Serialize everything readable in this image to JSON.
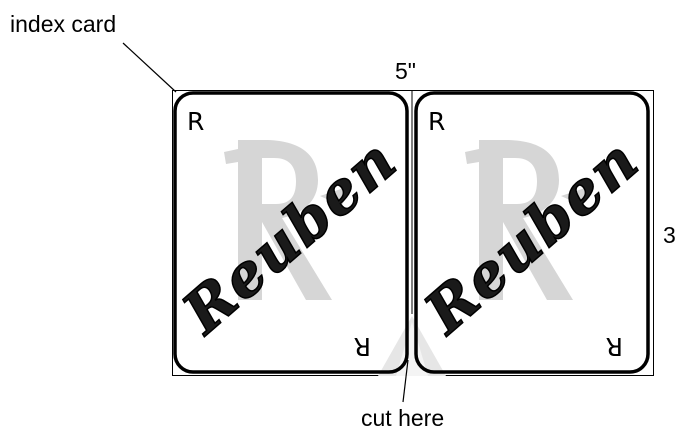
{
  "labels": {
    "index_card": "index card",
    "width": "5\"",
    "height": "3",
    "cut": "cut here"
  },
  "cards": [
    {
      "corner_top": "R",
      "corner_bottom": "R",
      "name": "Reuben"
    },
    {
      "corner_top": "R",
      "corner_bottom": "R",
      "name": "Reuben"
    }
  ],
  "colors": {
    "outline": "#000000",
    "watermark": "#d6d6d6",
    "cut_marker": "#e6e6e6"
  }
}
